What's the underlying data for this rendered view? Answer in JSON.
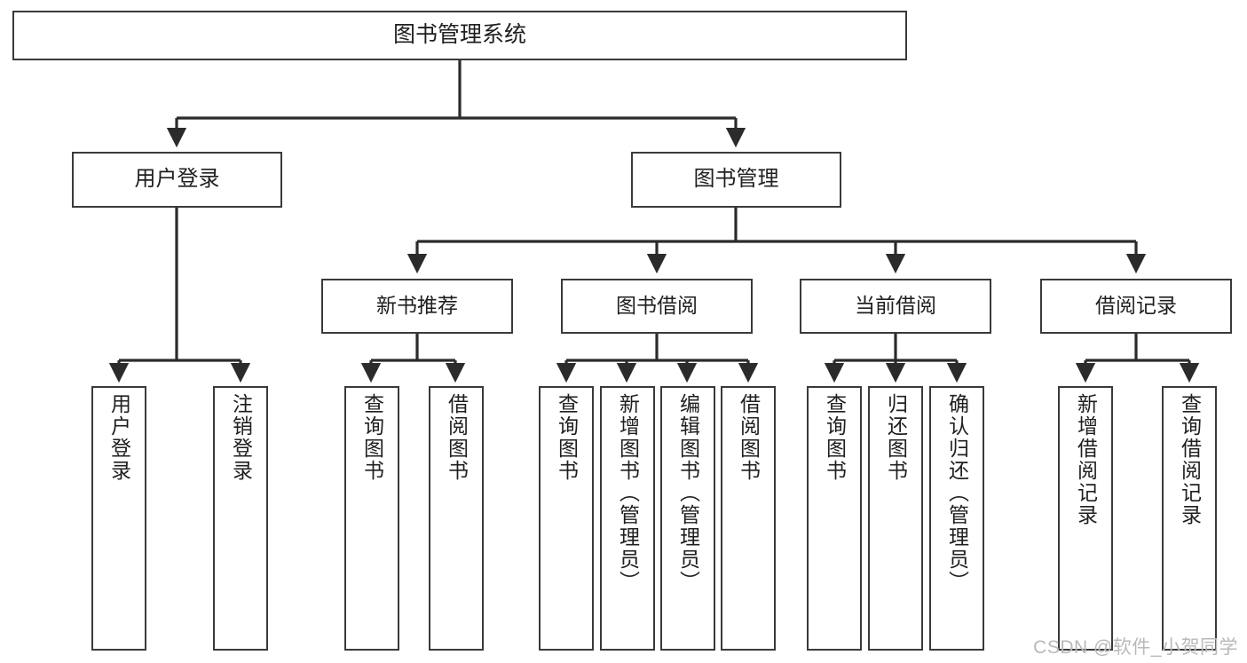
{
  "diagram": {
    "title_node": {
      "label": "图书管理系统"
    },
    "level2": [
      {
        "label": "用户登录"
      },
      {
        "label": "图书管理"
      }
    ],
    "level3": [
      {
        "label": "新书推荐"
      },
      {
        "label": "图书借阅"
      },
      {
        "label": "当前借阅"
      },
      {
        "label": "借阅记录"
      }
    ],
    "leaves": [
      {
        "label": "用户登录"
      },
      {
        "label": "注销登录"
      },
      {
        "label": "查询图书"
      },
      {
        "label": "借阅图书"
      },
      {
        "label": "查询图书"
      },
      {
        "label": "新增图书（管理员）"
      },
      {
        "label": "编辑图书（管理员）"
      },
      {
        "label": "借阅图书"
      },
      {
        "label": "查询图书"
      },
      {
        "label": "归还图书"
      },
      {
        "label": "确认归还（管理员）"
      },
      {
        "label": "新增借阅记录"
      },
      {
        "label": "查询借阅记录"
      }
    ]
  },
  "watermark": {
    "text": "CSDN @软件_小贺同学"
  },
  "colors": {
    "box_border": "#3a3a3a",
    "box_fill": "#ffffff",
    "text": "#1f1f1f",
    "connector": "#2b2b2b",
    "watermark": "#b9b9b9"
  }
}
